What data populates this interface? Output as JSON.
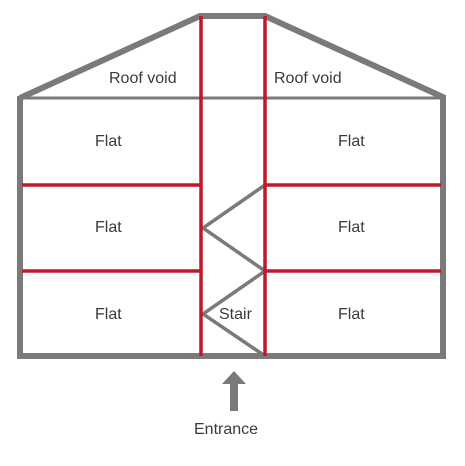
{
  "colors": {
    "wall": "#7a7a7a",
    "party_wall": "#c0182a",
    "text": "#3a3a3a",
    "background": "#ffffff"
  },
  "labels": {
    "roof_void_left": "Roof void",
    "roof_void_right": "Roof void",
    "flat_top_left": "Flat",
    "flat_top_right": "Flat",
    "flat_middle_left": "Flat",
    "flat_middle_right": "Flat",
    "flat_bottom_left": "Flat",
    "flat_bottom_right": "Flat",
    "stair": "Stair",
    "entrance": "Entrance"
  },
  "icons": {
    "entrance": "arrow-up-icon"
  }
}
